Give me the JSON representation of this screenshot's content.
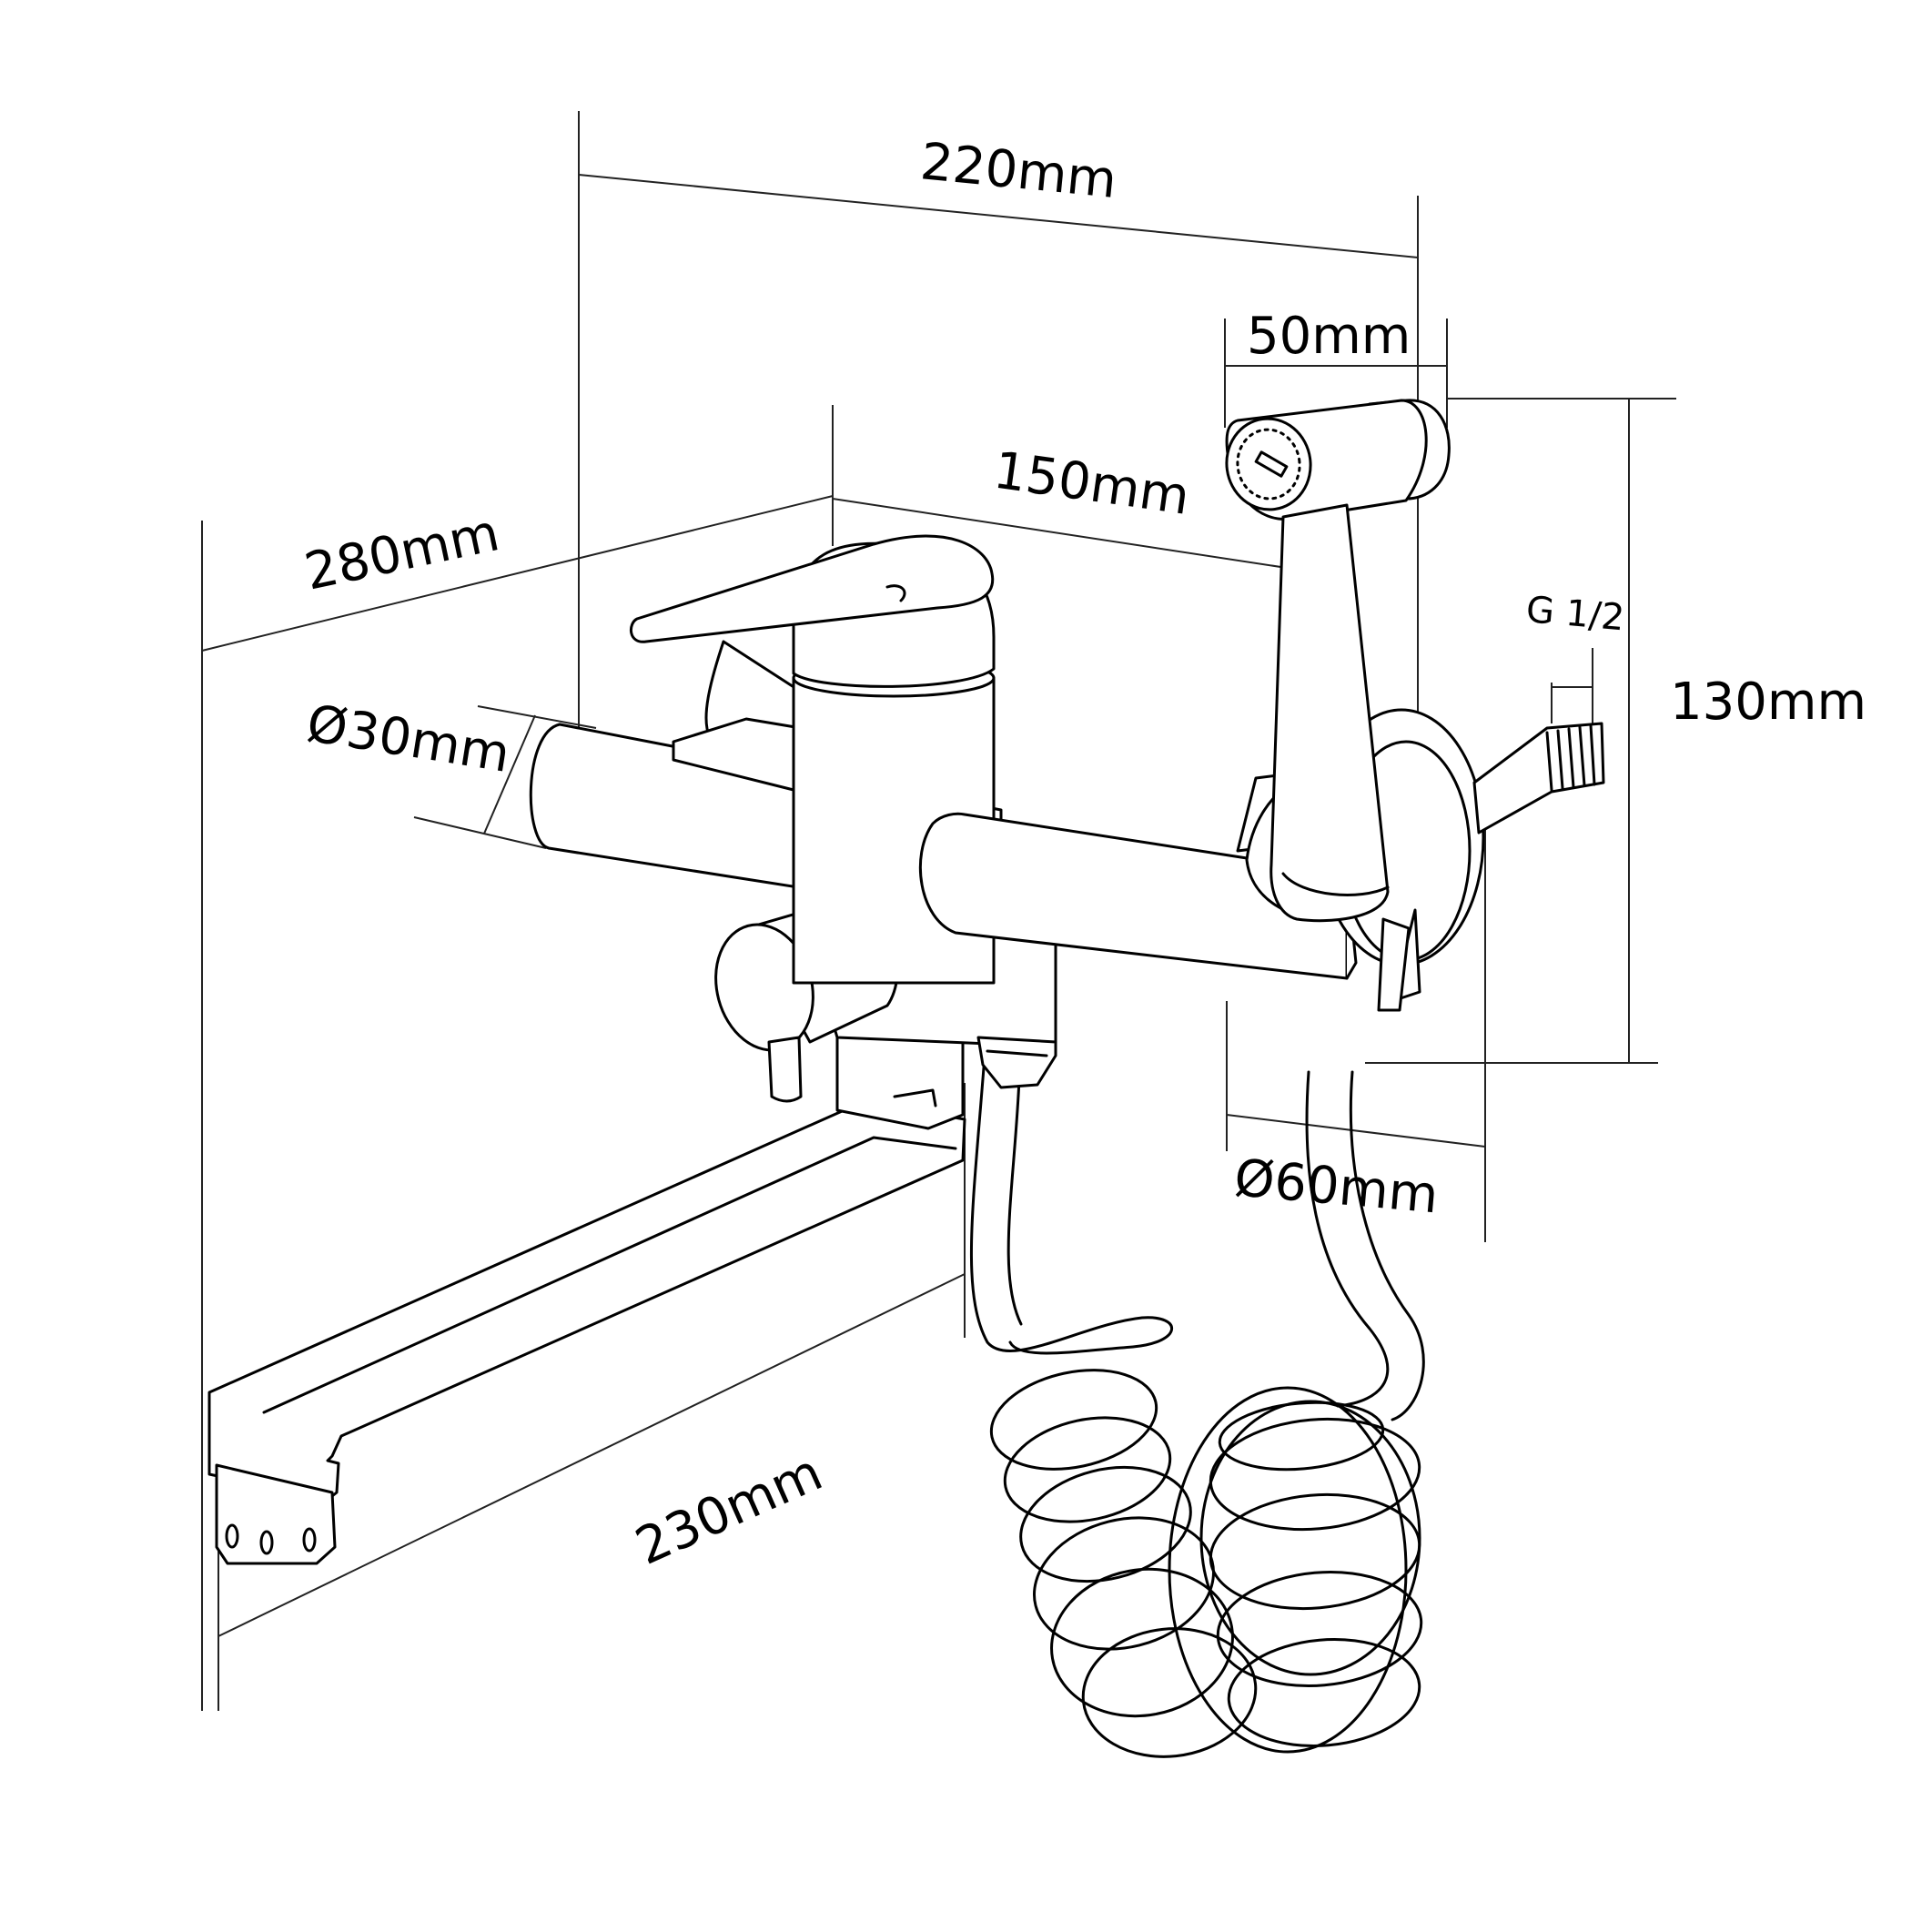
{
  "dimensions": {
    "width_total": "220mm",
    "handshower_width": "50mm",
    "body_width": "150mm",
    "depth": "280mm",
    "body_diameter": "Ø30mm",
    "thread": "G 1/2",
    "handshower_height": "130mm",
    "flange_diameter": "Ø60mm",
    "spout_length": "230mm"
  }
}
